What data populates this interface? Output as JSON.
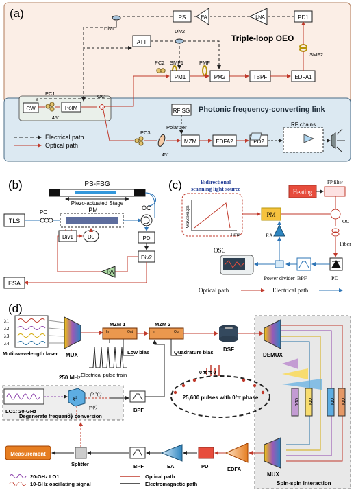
{
  "panel_a": {
    "label": "(a)",
    "oeo_title": "Triple-loop OEO",
    "link_title": "Photonic frequency-converting link",
    "blocks": {
      "ps": "PS",
      "pa": "PA",
      "lna": "LNA",
      "pd1": "PD1",
      "att": "ATT",
      "pm1": "PM1",
      "pm2": "PM2",
      "tbpf": "TBPF",
      "edfa1": "EDFA1",
      "cw": "CW",
      "polm": "PolM",
      "rf_sg": "RF SG",
      "mzm": "MZM",
      "edfa2": "EDFA2",
      "pd2": "PD2",
      "rf_chains": "RF chains"
    },
    "labels": {
      "div1": "Div1",
      "div2": "Div2",
      "smf2": "SMF2",
      "pc2": "PC2",
      "smf1": "SMF1",
      "pmf": "PMF",
      "pc1": "PC1",
      "oc": "OC",
      "pc3": "PC3",
      "polarizer": "Polarizer",
      "angle_polm": "45°",
      "angle_pol": "45°"
    },
    "legend": {
      "electrical": "Electrical path",
      "optical": "Optical path"
    }
  },
  "panel_b": {
    "label": "(b)",
    "psfbg": "PS-FBG",
    "stage": "Piezo-actuated Stage",
    "blocks": {
      "tls": "TLS",
      "pm": "PM",
      "pd": "PD",
      "div1": "Div1",
      "dl": "DL",
      "div2": "Div2",
      "pa": "PA",
      "esa": "ESA"
    },
    "labels": {
      "pc": "PC",
      "oc": "OC"
    }
  },
  "panel_c": {
    "label": "(c)",
    "source_title_1": "Bidirectional",
    "source_title_2": "scanning light source",
    "axis_y": "Wavelength",
    "axis_x": "Time",
    "blocks": {
      "heating": "Heating",
      "pm": "PM",
      "osc": "OSC"
    },
    "labels": {
      "fp_filter": "FP filter",
      "oc": "OC",
      "fiber": "Fiber",
      "ea": "EA",
      "power_divider": "Power divider",
      "bpf": "BPF",
      "pd": "PD"
    },
    "legend": {
      "optical": "Optical path",
      "electrical": "Electrical path"
    }
  },
  "panel_d": {
    "label": "(d)",
    "wavelengths": [
      "λ1",
      "λ2",
      "λ3",
      "λ4"
    ],
    "laser_label": "Mutil-wavelength laser",
    "mux": "MUX",
    "rate": "250 MHz",
    "mzm1": "MZM 1",
    "mzm2": "MZM 2",
    "in_label": "In",
    "out_label": "Out",
    "low_bias": "Low bias",
    "quad_bias": "Quadrature bias",
    "pulse_train": "Electrical pulse train",
    "dsf": "DSF",
    "demux": "DEMUX",
    "odl": "ODL",
    "pulses_text": "25,600 pulses with 0/π phase",
    "phase_seq": "0 π π 0",
    "lo1": "LO1: 20-GHz",
    "chi": "χ²",
    "beta": "βs*(t)",
    "gamma": "γs(t)",
    "st": "s(t)",
    "bpf": "BPF",
    "dfc": "Degenerate frequency conversion",
    "measurement": "Measurement",
    "splitter": "Splitter",
    "ea": "EA",
    "pd": "PD",
    "edfa": "EDFA",
    "mux2": "MUX",
    "spin": "Spin-spin interaction",
    "legend": {
      "lo": "20-GHz LO1",
      "osc": "10-GHz oscillating signal",
      "optical": "Optical path",
      "em": "Electromagnetic path"
    }
  }
}
